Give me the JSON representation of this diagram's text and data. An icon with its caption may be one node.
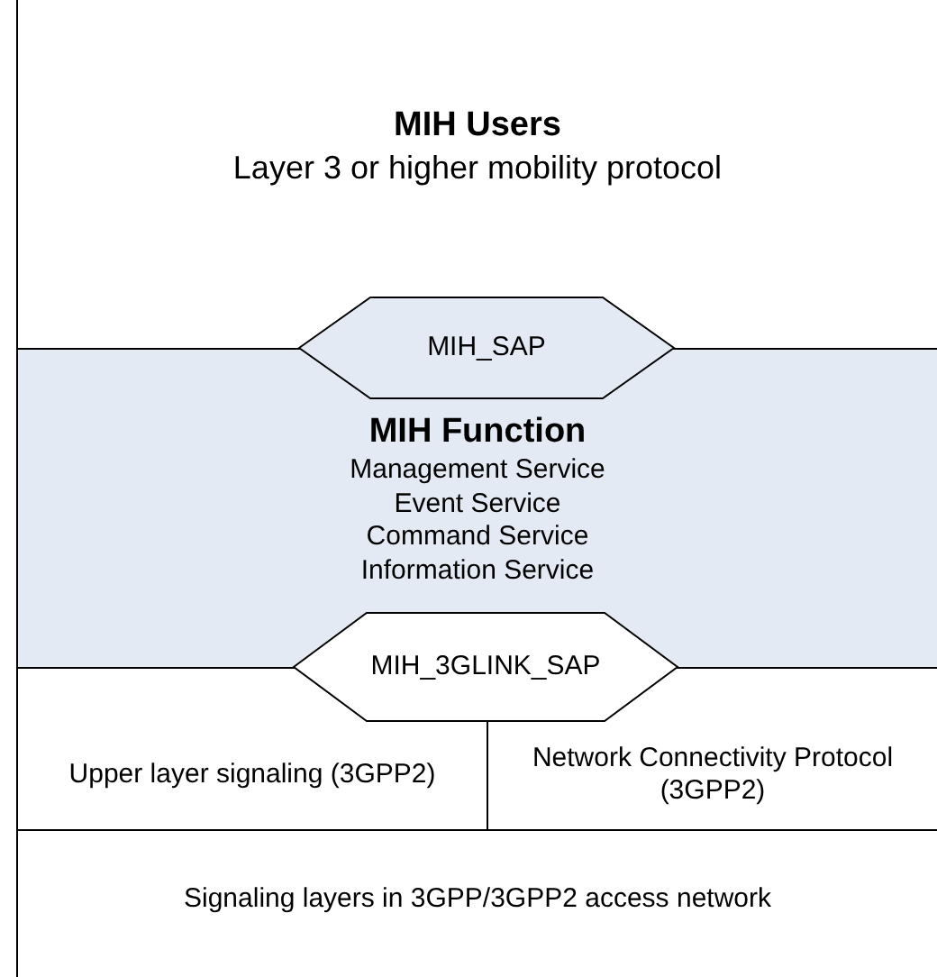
{
  "diagram": {
    "nodes": [
      {
        "text": [
          "MIH Users",
          "Layer 3 or higher mobility protocol"
        ]
      },
      {
        "text": [
          "MIH_SAP"
        ]
      },
      {
        "text": [
          "MIH Function",
          "Management Service",
          "Event Service",
          "Command Service",
          "Information Service"
        ]
      },
      {
        "text": [
          "MIH_3GLINK_SAP"
        ]
      },
      {
        "text": [
          "Upper layer signaling (3GPP2)"
        ]
      },
      {
        "text": [
          "Network Connectivity Protocol (3GPP2)"
        ]
      },
      {
        "text": [
          "Signaling layers in 3GPP/3GPP2 access network"
        ]
      }
    ]
  }
}
